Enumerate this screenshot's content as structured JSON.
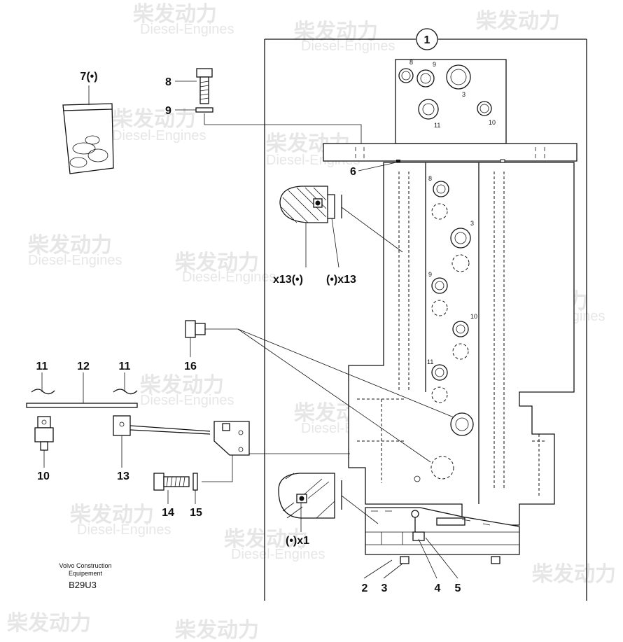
{
  "watermark": {
    "brand": "柴发动力",
    "sub": "Diesel-Engines"
  },
  "assembly_marker": "1",
  "callouts": {
    "c2": "2",
    "c3": "3",
    "c4": "4",
    "c5": "5",
    "c6": "6",
    "c7": "7(•)",
    "c8": "8",
    "c9": "9",
    "c10": "10",
    "c11a": "11",
    "c11b": "11",
    "c12": "12",
    "c13": "13",
    "c14": "14",
    "c15": "15",
    "c16": "16",
    "x13a": "x13(•)",
    "x13b": "(•)x13",
    "x1": "(•)x1"
  },
  "port_labels": {
    "p8": "8",
    "p9": "9",
    "p3": "3",
    "p11": "11",
    "p10": "10",
    "q8": "8",
    "q3": "3",
    "q9": "9",
    "q10": "10",
    "q11": "11"
  },
  "footer": {
    "maker_line1": "Volvo Construction",
    "maker_line2": "Equipement",
    "code": "B29U3"
  }
}
